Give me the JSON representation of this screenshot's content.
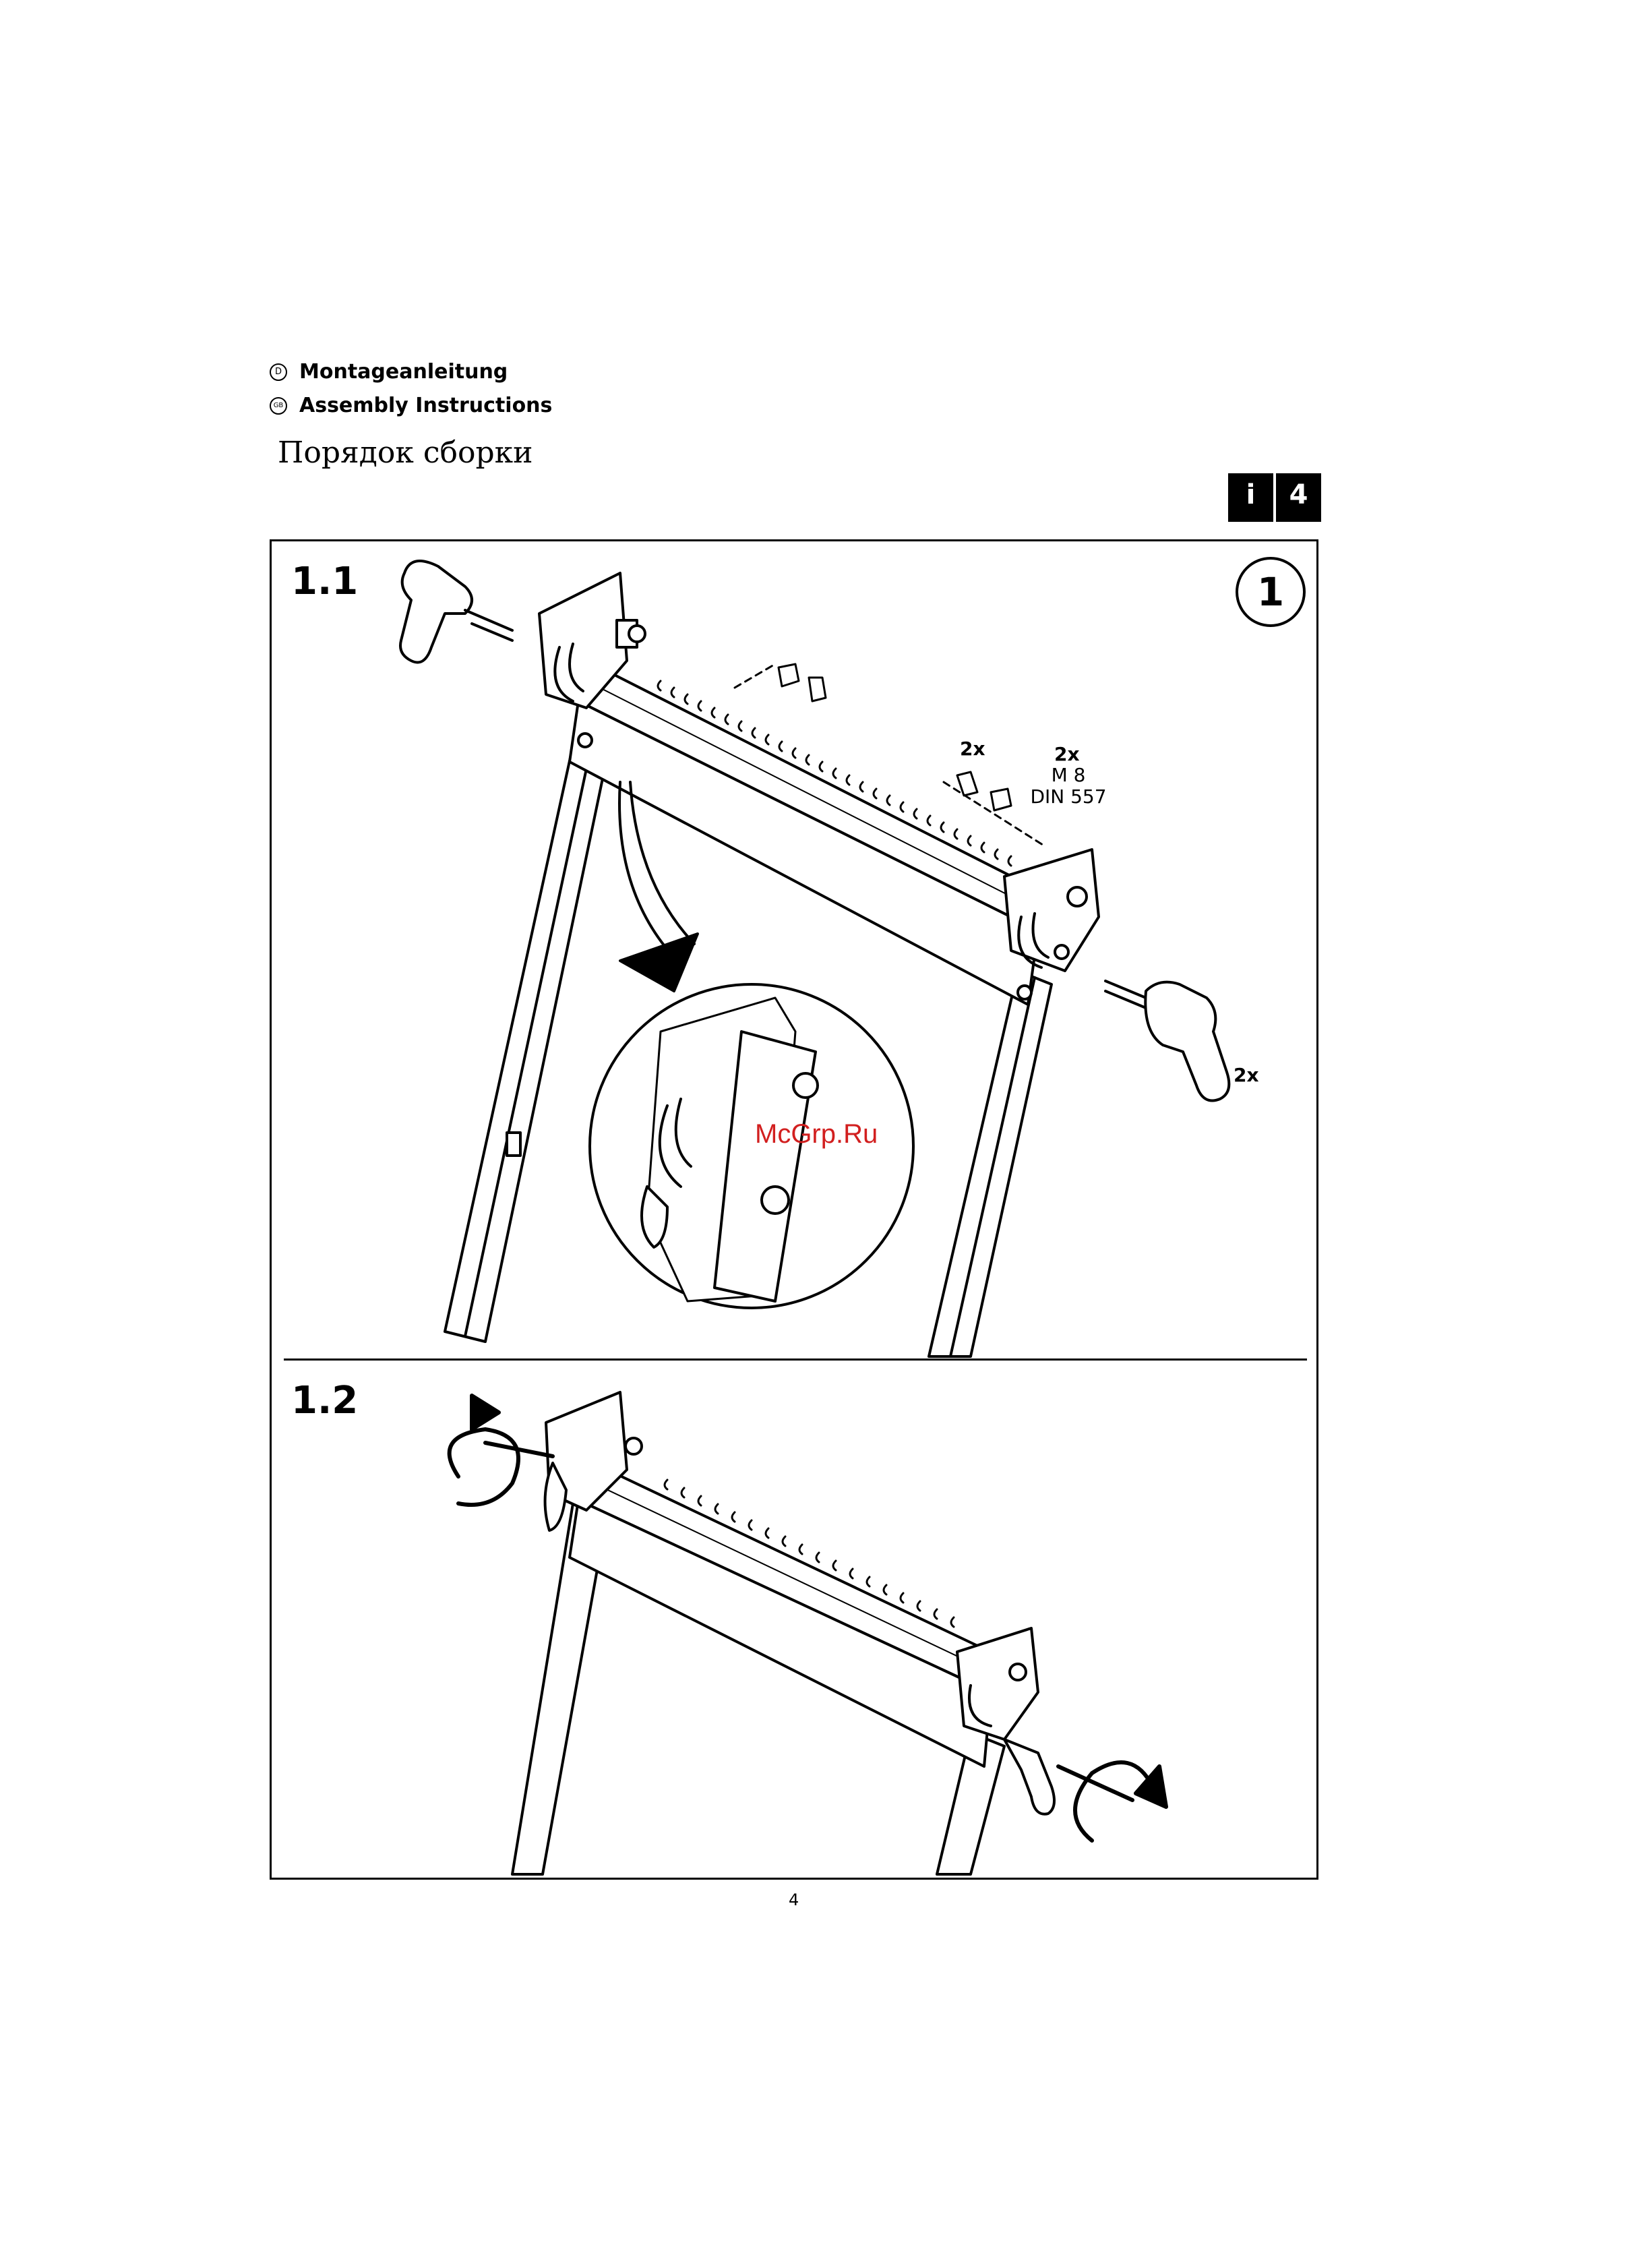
{
  "header": {
    "de_icon": "D",
    "de_label": "Montageanleitung",
    "gb_icon": "GB",
    "gb_label": "Assembly Instructions",
    "ru_title": "Порядок сборки"
  },
  "info_badge": {
    "left": "i",
    "right": "4"
  },
  "step_number": "1",
  "step_1_1": {
    "label": "1.1",
    "part_qty_a": "2x",
    "part_qty_b": "2x",
    "spec_line1": "M 8",
    "spec_line2": "DIN 557",
    "handle_qty": "2x"
  },
  "step_1_2": {
    "label": "1.2"
  },
  "watermark": "McGrp.Ru",
  "page_number": "4",
  "icons": [
    "info-book-icon",
    "de-language-icon",
    "gb-language-icon",
    "rotate-arrow-icon"
  ]
}
